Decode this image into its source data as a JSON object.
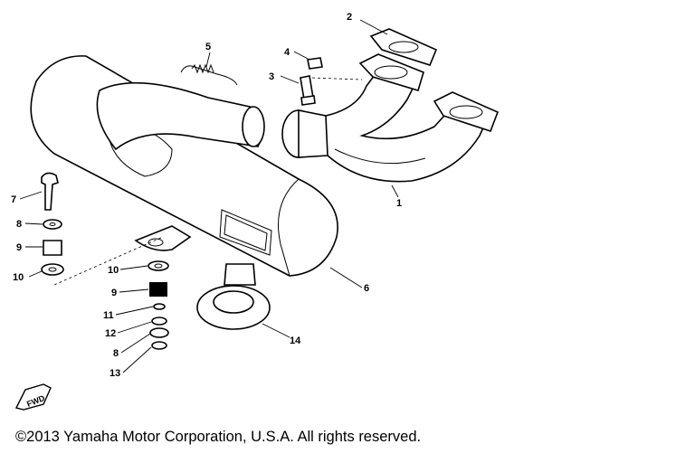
{
  "diagram": {
    "callouts": {
      "c1": "1",
      "c2": "2",
      "c3": "3",
      "c4": "4",
      "c5": "5",
      "c6": "6",
      "c7": "7",
      "c8a": "8",
      "c9a": "9",
      "c10a": "10",
      "c10b": "10",
      "c9b": "9",
      "c11": "11",
      "c12": "12",
      "c8b": "8",
      "c13": "13",
      "c14": "14"
    },
    "logo_text": "FWD"
  },
  "footer": {
    "copyright": "©2013 Yamaha Motor Corporation, U.S.A. All rights reserved."
  }
}
